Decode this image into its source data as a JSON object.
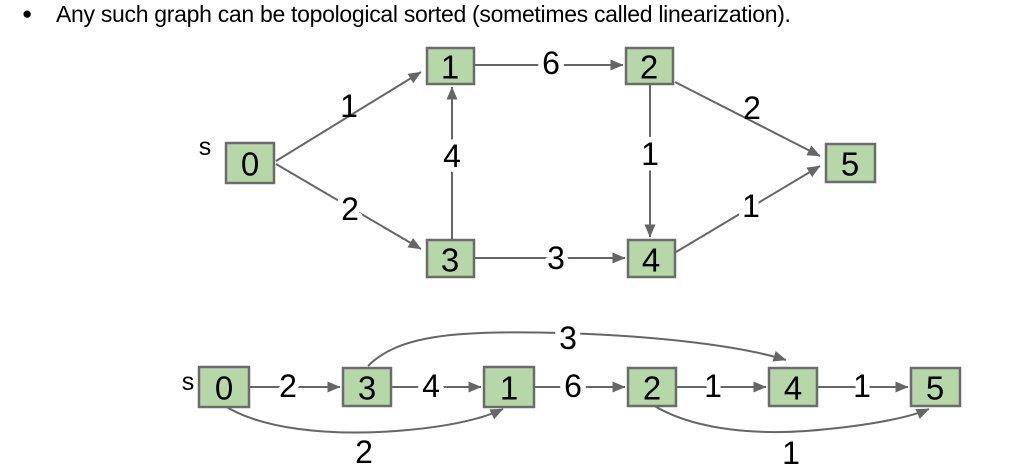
{
  "slide": {
    "bullet_marker": "●",
    "bullet_text": "Any such graph can be topological sorted (sometimes called linearization)."
  },
  "colors": {
    "node_fill": "#b6d7a8",
    "node_border": "#6b6b6b",
    "edge_line": "#666666",
    "text": "#000000",
    "background": "#ffffff"
  },
  "top_graph": {
    "source_label": "s",
    "nodes": [
      "0",
      "1",
      "2",
      "3",
      "4",
      "5"
    ],
    "edges": [
      {
        "from": "0",
        "to": "1",
        "weight": "1"
      },
      {
        "from": "0",
        "to": "3",
        "weight": "2"
      },
      {
        "from": "3",
        "to": "1",
        "weight": "4"
      },
      {
        "from": "1",
        "to": "2",
        "weight": "6"
      },
      {
        "from": "2",
        "to": "4",
        "weight": "1"
      },
      {
        "from": "3",
        "to": "4",
        "weight": "3"
      },
      {
        "from": "2",
        "to": "5",
        "weight": "2"
      },
      {
        "from": "4",
        "to": "5",
        "weight": "1"
      }
    ]
  },
  "bottom_graph": {
    "source_label": "s",
    "node_order": [
      "0",
      "3",
      "1",
      "2",
      "4",
      "5"
    ],
    "edges": [
      {
        "from": "0",
        "to": "3",
        "weight": "2",
        "style": "straight"
      },
      {
        "from": "3",
        "to": "1",
        "weight": "4",
        "style": "straight"
      },
      {
        "from": "1",
        "to": "2",
        "weight": "6",
        "style": "straight"
      },
      {
        "from": "2",
        "to": "4",
        "weight": "1",
        "style": "straight"
      },
      {
        "from": "4",
        "to": "5",
        "weight": "1",
        "style": "straight"
      },
      {
        "from": "3",
        "to": "4",
        "weight": "3",
        "style": "curve-top"
      },
      {
        "from": "0",
        "to": "1",
        "weight": "2",
        "style": "curve-bottom"
      },
      {
        "from": "2",
        "to": "5",
        "weight": "1",
        "style": "curve-bottom"
      }
    ]
  }
}
